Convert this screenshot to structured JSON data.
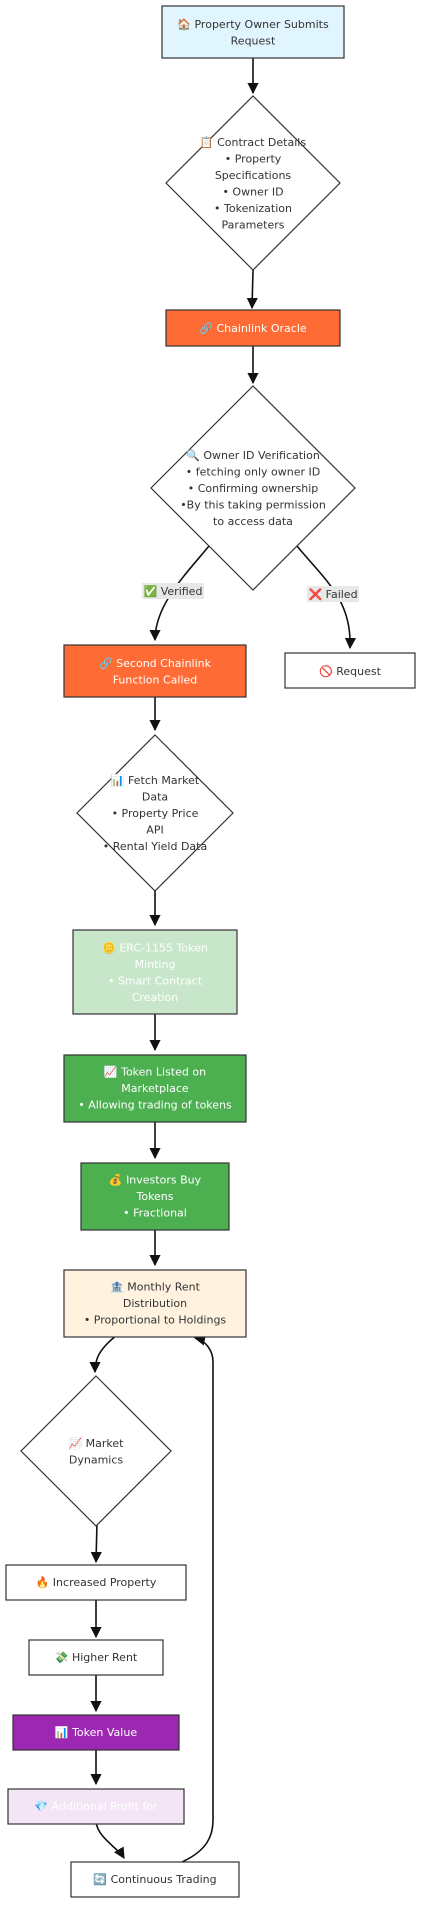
{
  "colors": {
    "start": "#e1f5fe",
    "oracle": "#ff6b35",
    "second": "#ff6b35",
    "mint": "#c8e6c9",
    "marketplace": "#4caf50",
    "investors": "#4caf50",
    "rent": "#fff3e0",
    "tokenvalue": "#9c27b0",
    "profit": "#f3e5f5",
    "plain": "#ffffff"
  },
  "nodes": {
    "start": [
      "🏠 Property Owner Submits",
      "Request"
    ],
    "contract": [
      "📋 Contract Details",
      "• Property",
      "Specifications",
      "• Owner ID",
      "• Tokenization",
      "Parameters"
    ],
    "oracle": [
      "🔗 Chainlink Oracle"
    ],
    "verify": [
      "🔍 Owner ID Verification",
      "• fetching only owner ID",
      "• Confirming ownership",
      "•By this taking permission",
      "to access data"
    ],
    "second": [
      "🔗 Second Chainlink",
      "Function Called"
    ],
    "request": [
      "🚫 Request"
    ],
    "fetch": [
      "📊 Fetch Market",
      "Data",
      "• Property Price",
      "API",
      "• Rental Yield Data"
    ],
    "mint": [
      "🪙 ERC-1155 Token",
      "Minting",
      "• Smart Contract",
      "Creation"
    ],
    "listed": [
      "📈 Token Listed on",
      "Marketplace",
      "• Allowing trading of tokens"
    ],
    "investors": [
      "💰 Investors Buy",
      "Tokens",
      "• Fractional"
    ],
    "rent": [
      "🏦 Monthly Rent",
      "Distribution",
      "• Proportional to Holdings"
    ],
    "dynamics": [
      "📈 Market",
      "Dynamics"
    ],
    "increased": [
      "🔥 Increased Property"
    ],
    "higher": [
      "💸 Higher Rent"
    ],
    "tokenvalue": [
      "📊 Token Value"
    ],
    "profit": [
      "💎 Additional Profit for"
    ],
    "trading": [
      "🔄 Continuous Trading"
    ]
  },
  "edge_labels": {
    "verified": "✅ Verified",
    "failed": "❌ Failed"
  }
}
